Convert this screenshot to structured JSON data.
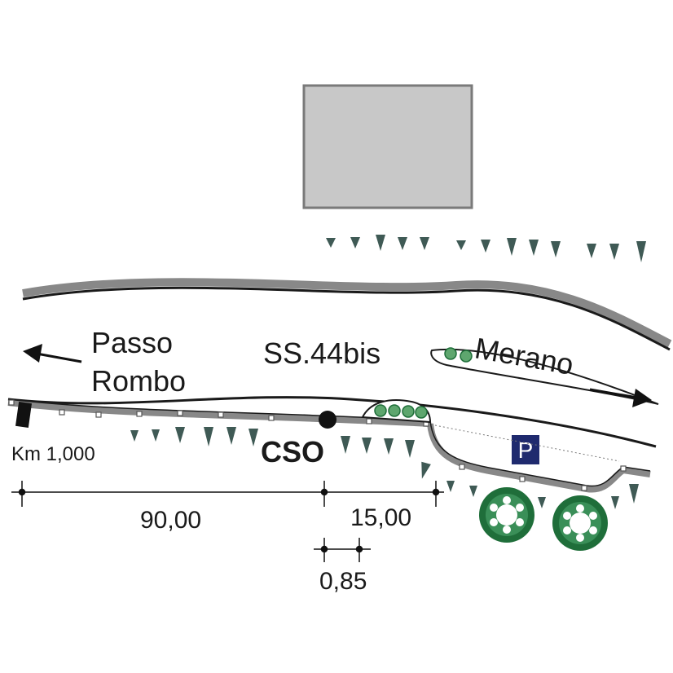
{
  "labels": {
    "destination_left_line1": "Passo",
    "destination_left_line2": "Rombo",
    "road_name": "SS.44bis",
    "destination_right": "Merano",
    "kilometer": "Km 1,000",
    "station": "CSO",
    "parking": "P"
  },
  "dimensions": {
    "left_span": "90,00",
    "right_span": "15,00",
    "small_offset": "0,85"
  },
  "colors": {
    "road_edge": "#1a1a1a",
    "road_fill": "#888888",
    "building": "#c8c8c8",
    "tree_dark": "#3f5a55",
    "bush_green": "#1f6e3a",
    "parking_blue": "#1f2a6e",
    "station_dot": "#111111"
  },
  "icons": [
    "arrow-left-icon",
    "arrow-right-icon",
    "parking-icon",
    "tree-icon",
    "bush-icon"
  ]
}
